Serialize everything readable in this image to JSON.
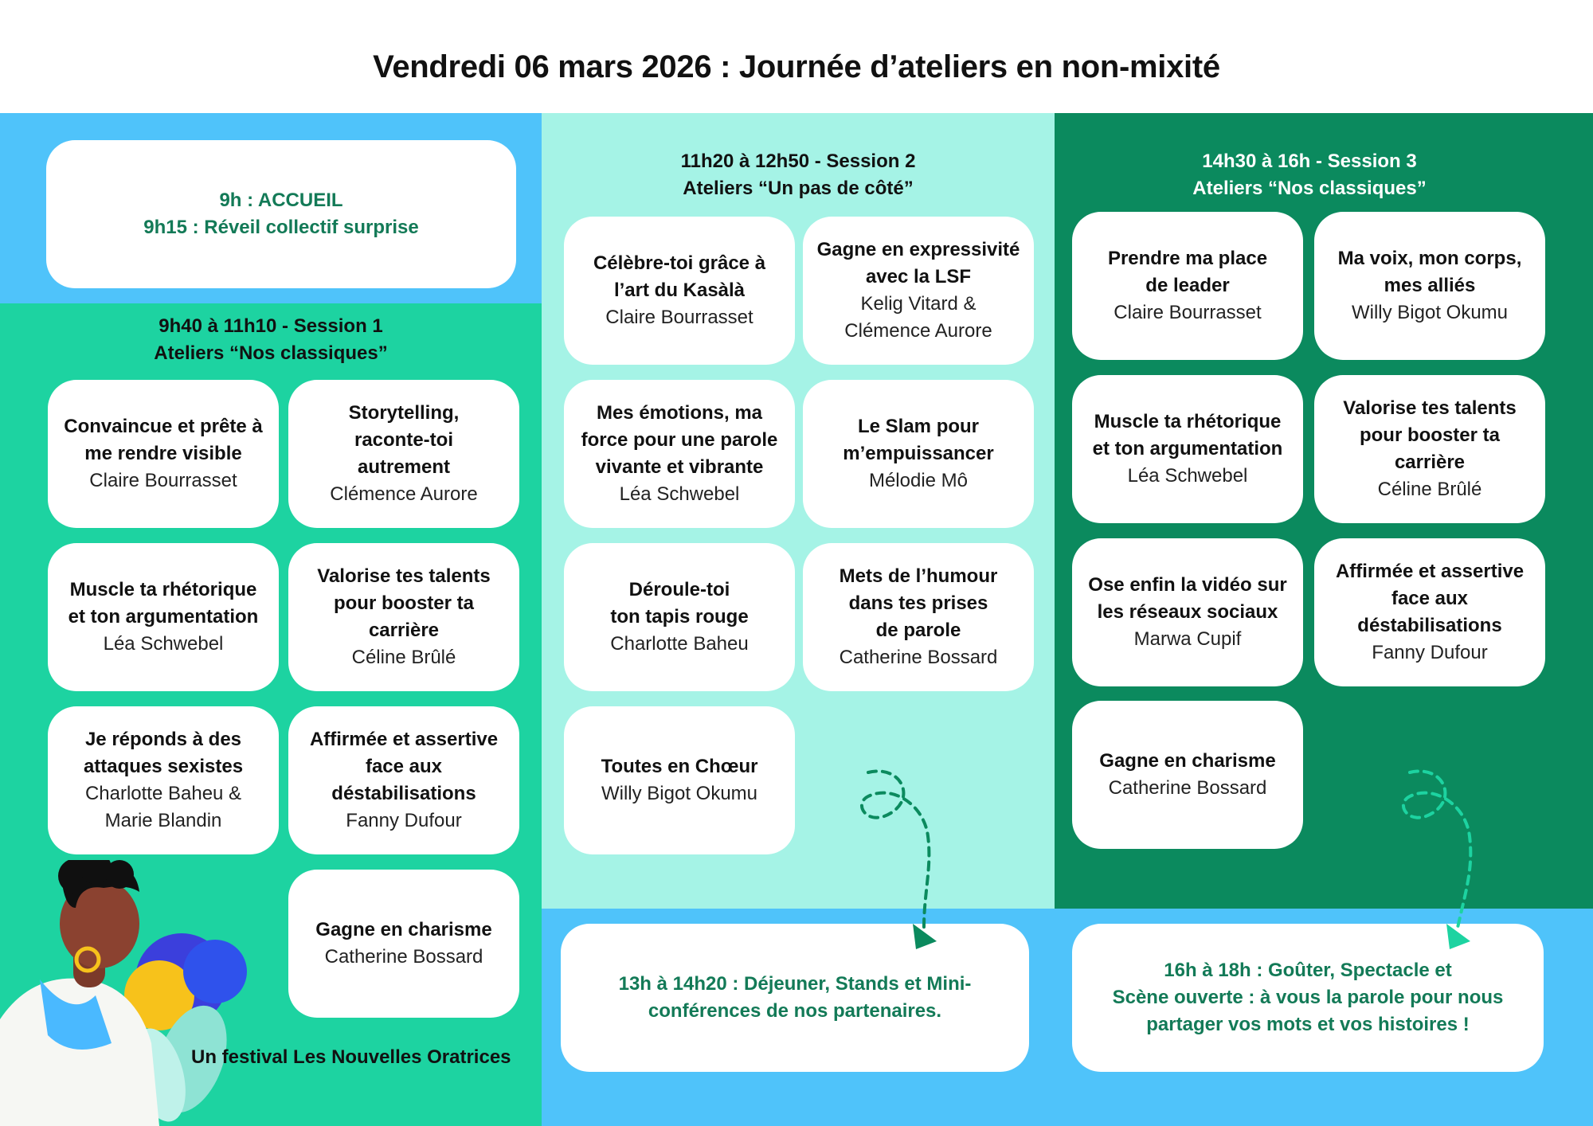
{
  "title": "Vendredi 06 mars 2026 : Journée d’ateliers en non-mixité",
  "welcome": {
    "line1": "9h : ACCUEIL",
    "line2": "9h15 : Réveil collectif surprise"
  },
  "session1": {
    "time": "9h40 à 11h10 - Session 1",
    "theme": "Ateliers “Nos classiques”",
    "workshops": [
      {
        "title_lines": [
          "Convaincue et prête à",
          "me rendre visible"
        ],
        "speakers": [
          "Claire Bourrasset"
        ]
      },
      {
        "title_lines": [
          "Storytelling,",
          "raconte-toi",
          "autrement"
        ],
        "speakers": [
          "Clémence Aurore"
        ]
      },
      {
        "title_lines": [
          "Muscle ta rhétorique",
          "et ton argumentation"
        ],
        "speakers": [
          "Léa Schwebel"
        ]
      },
      {
        "title_lines": [
          "Valorise tes talents",
          "pour booster ta",
          "carrière"
        ],
        "speakers": [
          "Céline Brûlé"
        ]
      },
      {
        "title_lines": [
          "Je réponds à des",
          "attaques sexistes"
        ],
        "speakers": [
          "Charlotte Baheu &",
          "Marie Blandin"
        ]
      },
      {
        "title_lines": [
          "Affirmée et assertive",
          "face aux",
          "déstabilisations"
        ],
        "speakers": [
          "Fanny Dufour"
        ]
      },
      {
        "title_lines": [
          "Gagne en charisme"
        ],
        "speakers": [
          "Catherine Bossard"
        ]
      }
    ]
  },
  "session2": {
    "time": "11h20 à 12h50 - Session 2",
    "theme": "Ateliers “Un pas de côté”",
    "workshops": [
      {
        "title_lines": [
          "Célèbre-toi grâce à",
          "l’art du Kasàlà"
        ],
        "speakers": [
          "Claire Bourrasset"
        ]
      },
      {
        "title_lines": [
          "Gagne en expressivité",
          "avec la LSF"
        ],
        "speakers": [
          "Kelig Vitard &",
          "Clémence Aurore"
        ]
      },
      {
        "title_lines": [
          "Mes émotions, ma",
          "force pour une parole",
          "vivante et vibrante"
        ],
        "speakers": [
          "Léa Schwebel"
        ]
      },
      {
        "title_lines": [
          "Le Slam pour",
          "m’empuissancer"
        ],
        "speakers": [
          "Mélodie Mô"
        ]
      },
      {
        "title_lines": [
          "Déroule-toi",
          "ton tapis rouge"
        ],
        "speakers": [
          "Charlotte Baheu"
        ]
      },
      {
        "title_lines": [
          "Mets de l’humour",
          "dans tes prises",
          "de parole"
        ],
        "speakers": [
          "Catherine Bossard"
        ]
      },
      {
        "title_lines": [
          "Toutes en Chœur"
        ],
        "speakers": [
          "Willy Bigot Okumu"
        ]
      }
    ]
  },
  "session3": {
    "time": "14h30 à 16h - Session 3",
    "theme": "Ateliers “Nos classiques”",
    "workshops": [
      {
        "title_lines": [
          "Prendre ma place",
          "de leader"
        ],
        "speakers": [
          "Claire Bourrasset"
        ]
      },
      {
        "title_lines": [
          "Ma voix, mon corps,",
          "mes alliés"
        ],
        "speakers": [
          "Willy Bigot Okumu"
        ]
      },
      {
        "title_lines": [
          "Muscle ta rhétorique",
          "et ton argumentation"
        ],
        "speakers": [
          "Léa Schwebel"
        ]
      },
      {
        "title_lines": [
          "Valorise tes talents",
          "pour booster ta",
          "carrière"
        ],
        "speakers": [
          "Céline Brûlé"
        ]
      },
      {
        "title_lines": [
          "Ose enfin la vidéo sur",
          "les réseaux sociaux"
        ],
        "speakers": [
          "Marwa Cupif"
        ]
      },
      {
        "title_lines": [
          "Affirmée et assertive",
          "face aux",
          "déstabilisations"
        ],
        "speakers": [
          "Fanny Dufour"
        ]
      },
      {
        "title_lines": [
          "Gagne en charisme"
        ],
        "speakers": [
          "Catherine Bossard"
        ]
      }
    ]
  },
  "lunch": {
    "lines": [
      "13h à 14h20 : Déjeuner, Stands et Mini-",
      "conférences de nos partenaires."
    ]
  },
  "closing": {
    "lines": [
      "16h à 18h : Goûter, Spectacle et",
      "Scène ouverte : à vous la parole pour nous",
      "partager vos mots et vos histoires !"
    ]
  },
  "credit": "Un festival Les Nouvelles Oratrices",
  "colors": {
    "blue": "#4fc3fa",
    "green": "#1dd3a1",
    "mint": "#a5f3e6",
    "dark_green": "#0b8a5e",
    "accent_text": "#137a57"
  }
}
